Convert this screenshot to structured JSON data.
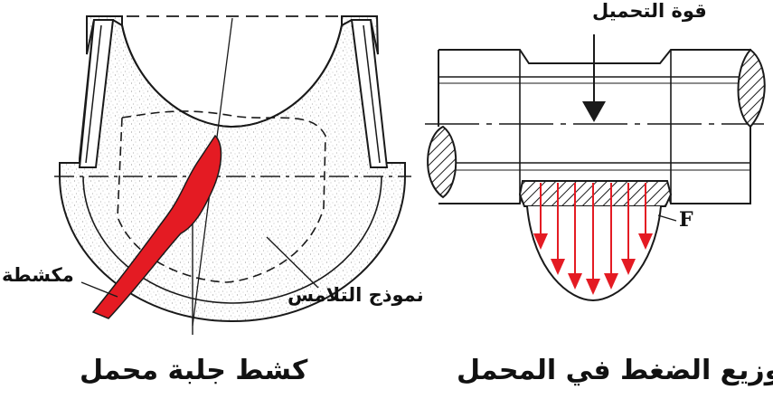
{
  "left_figure": {
    "caption": "كشط جلبة محمل",
    "scraper_label": "مكشطة",
    "contact_label": "نموذج التلامس"
  },
  "right_figure": {
    "caption": "توزيع الضغط في المحمل",
    "load_label": "قوة التحميل",
    "force_label": "F"
  },
  "colors": {
    "accent_red": "#e41b23",
    "ink": "#1a1a1a",
    "speckle": "#b8b8b8"
  }
}
